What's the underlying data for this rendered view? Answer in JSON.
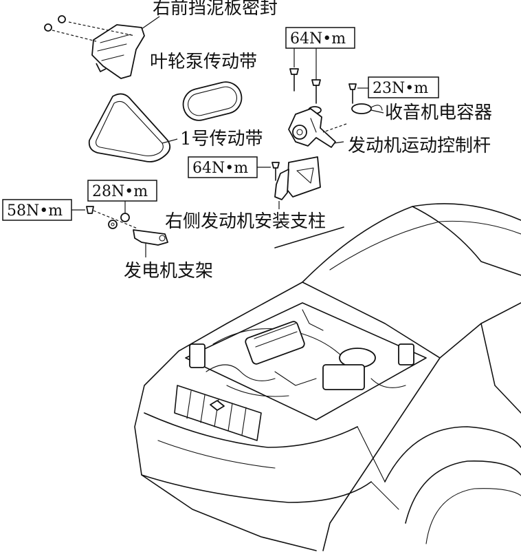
{
  "labels": {
    "fender_seal": "右前挡泥板密封",
    "pump_belt": "叶轮泵传动带",
    "belt_no1": "1号传动带",
    "radio_capacitor": "收音机电容器",
    "engine_control_rod": "发动机运动控制杆",
    "right_mount_bracket": "右侧发动机安装支柱",
    "alternator_bracket": "发电机支架"
  },
  "torques": {
    "t64_top": "64N•m",
    "t23": "23N•m",
    "t64_mid": "64N•m",
    "t28": "28N•m",
    "t58": "58N•m"
  },
  "colors": {
    "line": "#111111",
    "background": "#ffffff"
  }
}
